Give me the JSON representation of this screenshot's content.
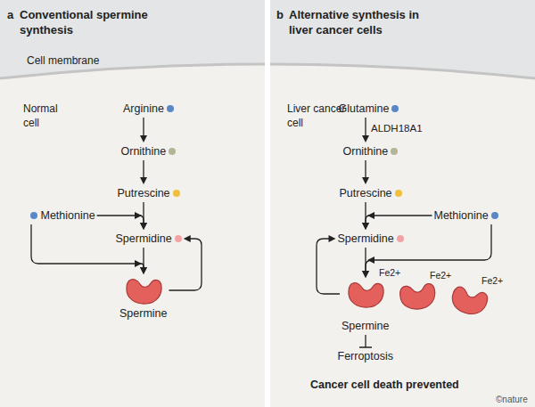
{
  "diagram": {
    "nodes": [
      {
        "text": [
          "Arginine"
        ]
      },
      {
        "text": [
          "Ornithine"
        ]
      },
      {
        "text": [
          "Putrescine"
        ]
      },
      {
        "text": [
          "Methionine"
        ]
      },
      {
        "text": [
          "Spermidine"
        ]
      },
      {
        "text": [
          "Spermine"
        ]
      },
      {
        "text": [
          "Glutamine"
        ]
      },
      {
        "text": [
          "Ornithine"
        ]
      },
      {
        "text": [
          "Putrescine"
        ]
      },
      {
        "text": [
          "Methionine"
        ]
      },
      {
        "text": [
          "Spermidine"
        ]
      },
      {
        "text": [
          "Spermine"
        ]
      },
      {
        "text": [
          "Ferroptosis"
        ]
      }
    ],
    "edges": [
      {
        "from": 0,
        "to": 1,
        "arrow": "to"
      },
      {
        "from": 1,
        "to": 2,
        "arrow": "to"
      },
      {
        "from": 2,
        "to": 4,
        "arrow": "to"
      },
      {
        "from": 3,
        "to": 4,
        "arrow": "to"
      },
      {
        "from": 3,
        "to": 5,
        "arrow": "to"
      },
      {
        "from": 4,
        "to": 5,
        "arrow": "to"
      },
      {
        "from": 5,
        "to": 4,
        "arrow": "to"
      },
      {
        "from": 6,
        "to": 7,
        "label": "ALDH18A1",
        "arrow": "to"
      },
      {
        "from": 7,
        "to": 8,
        "arrow": "to"
      },
      {
        "from": 8,
        "to": 10,
        "arrow": "to"
      },
      {
        "from": 9,
        "to": 10,
        "arrow": "to"
      },
      {
        "from": 9,
        "to": 11,
        "arrow": "to"
      },
      {
        "from": 10,
        "to": 11,
        "arrow": "to"
      },
      {
        "from": 11,
        "to": 10,
        "arrow": "to"
      },
      {
        "from": 11,
        "to": 12,
        "arrow": "to"
      }
    ],
    "labels": [
      "a",
      "Conventional spermine synthesis",
      "Cell membrane",
      "Normal cell",
      "b",
      "Alternative synthesis in liver cancer cells",
      "Liver cancer cell",
      "Fe2+",
      "Fe2+",
      "Fe2+",
      "Cancer cell death prevented",
      "©nature"
    ]
  }
}
